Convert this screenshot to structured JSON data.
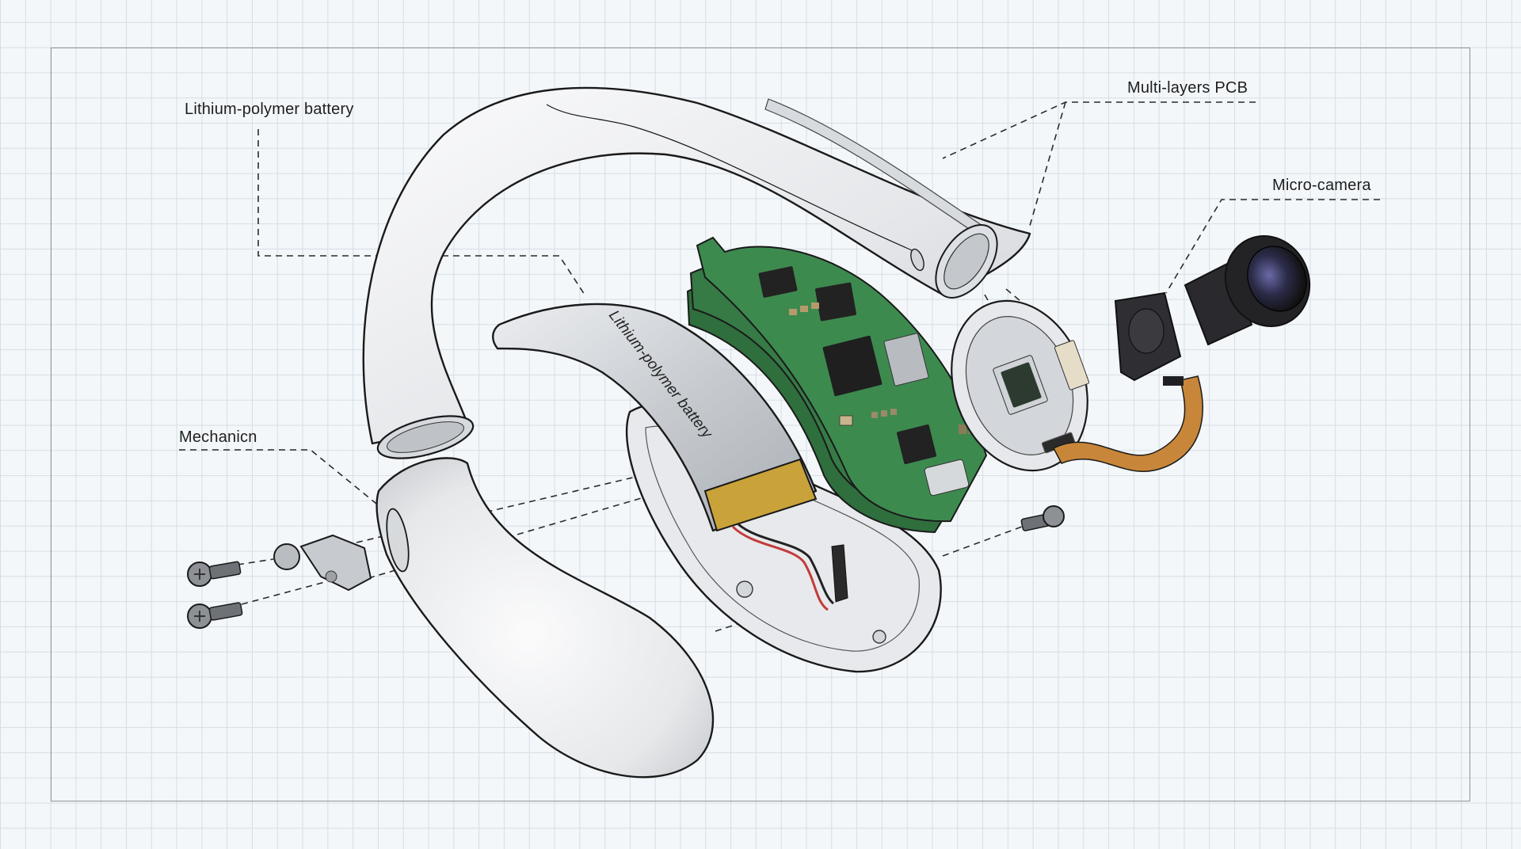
{
  "diagram": {
    "title": "Exploded view of open-ear camera earbud",
    "labels": {
      "battery": "Lithium-polymer battery",
      "pcb": "Multi-layers PCB",
      "camera": "Micro-camera",
      "mechanism": "Mechanicn"
    },
    "battery_print": "Lithium-polymer battery",
    "components": [
      "ear-hook",
      "lithium-polymer-battery",
      "multi-layer-pcb",
      "camera-mount-ring",
      "image-sensor",
      "flex-cable",
      "micro-camera-module",
      "camera-lens",
      "lower-housing",
      "earbud-body",
      "hinge-mechanism",
      "screw-left-top",
      "screw-left-bottom",
      "screw-right"
    ],
    "colors": {
      "grid_background": "#f3f7fa",
      "grid_line": "#d6dde3",
      "pcb_green": "#3d8a4f",
      "battery_tape": "#c9a23a",
      "flex_cable": "#c8863a",
      "camera_body": "#2a2a2e",
      "shell_white": "#eceef0"
    }
  }
}
